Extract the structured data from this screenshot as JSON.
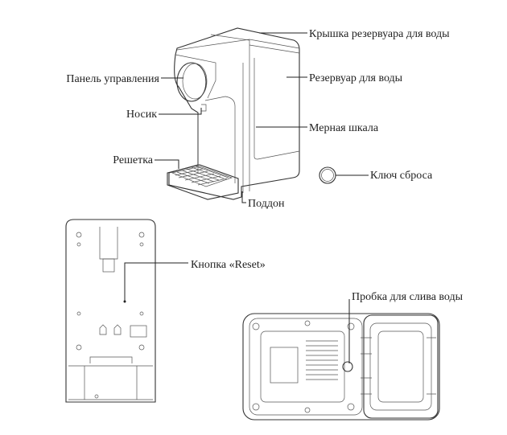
{
  "labels": {
    "lid": "Крышка резервуара для воды",
    "control_panel": "Панель управления",
    "tank": "Резервуар для воды",
    "spout": "Носик",
    "scale": "Мерная шкала",
    "grid": "Решетка",
    "reset_key": "Ключ сброса",
    "tray": "Поддон",
    "reset_button": "Кнопка «Reset»",
    "drain_plug": "Пробка для слива воды"
  }
}
